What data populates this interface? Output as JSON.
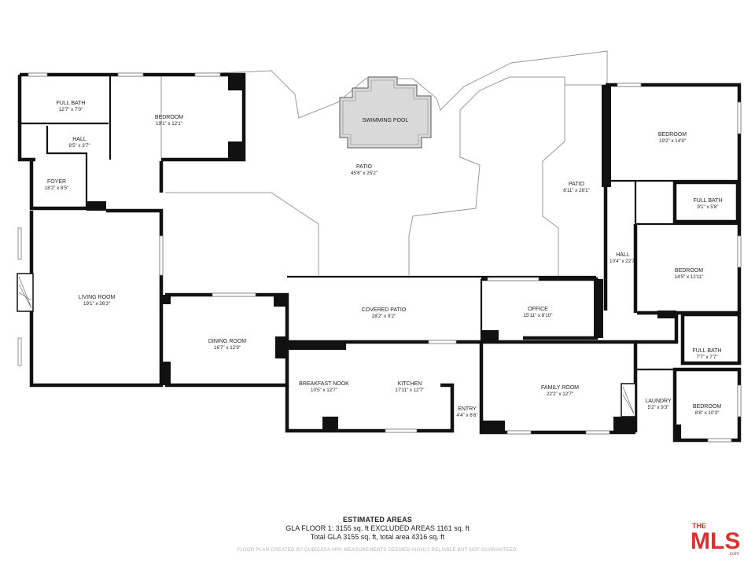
{
  "rooms": {
    "full_bath_1": {
      "name": "FULL BATH",
      "dim": "12'7\" x 7'0\""
    },
    "bedroom_1": {
      "name": "BEDROOM",
      "dim": "19'1\" x 12'1\""
    },
    "hall_1": {
      "name": "HALL",
      "dim": "8'5\" x 3'7\""
    },
    "foyer": {
      "name": "FOYER",
      "dim": "18'2\" x 8'5\""
    },
    "swimming_pool": {
      "name": "SWIMMING POOL"
    },
    "patio_1": {
      "name": "PATIO",
      "dim": "45'6\" x 25'2\""
    },
    "patio_2": {
      "name": "PATIO",
      "dim": "8'11\" x 28'1\""
    },
    "bedroom_2": {
      "name": "BEDROOM",
      "dim": "19'2\" x 14'9\""
    },
    "full_bath_2": {
      "name": "FULL BATH",
      "dim": "9'1\" x 5'8\""
    },
    "hall_2": {
      "name": "HALL",
      "dim": "10'4\" x 22'7\""
    },
    "bedroom_3": {
      "name": "BEDROOM",
      "dim": "14'5\" x 12'11\""
    },
    "living_room": {
      "name": "LIVING ROOM",
      "dim": "19'1\" x 26'3\""
    },
    "dining_room": {
      "name": "DINING ROOM",
      "dim": "16'7\" x 12'9\""
    },
    "covered_patio": {
      "name": "COVERED PATIO",
      "dim": "28'2\" x 9'2\""
    },
    "office": {
      "name": "OFFICE",
      "dim": "15'11\" x 8'10\""
    },
    "breakfast_nook": {
      "name": "BREAKFAST NOOK",
      "dim": "10'5\" x 12'7\""
    },
    "kitchen": {
      "name": "KITCHEN",
      "dim": "17'11\" x 12'7\""
    },
    "entry": {
      "name": "ENTRY",
      "dim": "4'4\" x 6'6\""
    },
    "family_room": {
      "name": "FAMILY ROOM",
      "dim": "22'2\" x 12'7\""
    },
    "full_bath_3": {
      "name": "FULL BATH",
      "dim": "7'7\" x 7'7\""
    },
    "laundry": {
      "name": "LAUNDRY",
      "dim": "5'2\" x 9'3\""
    },
    "bedroom_4": {
      "name": "BEDROOM",
      "dim": "8'8\" x 10'3\""
    }
  },
  "footer": {
    "title": "ESTIMATED AREAS",
    "gla_line": "GLA FLOOR 1: 3155 sq. ft EXCLUDED AREAS 1161 sq. ft",
    "total_line": "Total GLA 3155 sq. ft, total area 4316 sq. ft",
    "disclaimer": "FLOOR PLAN CREATED BY CUBICASA APP. MEASUREMENTS DEEMED HIGHLY RELIABLE BUT NOT GUARANTEED."
  },
  "logo": {
    "line1": "THE",
    "line2": "MLS",
    "line3": ".com",
    "color": "#e0312f"
  },
  "colors": {
    "wall": "#111111",
    "outline": "#9a9a9a",
    "pool": "#d9d9d9"
  }
}
